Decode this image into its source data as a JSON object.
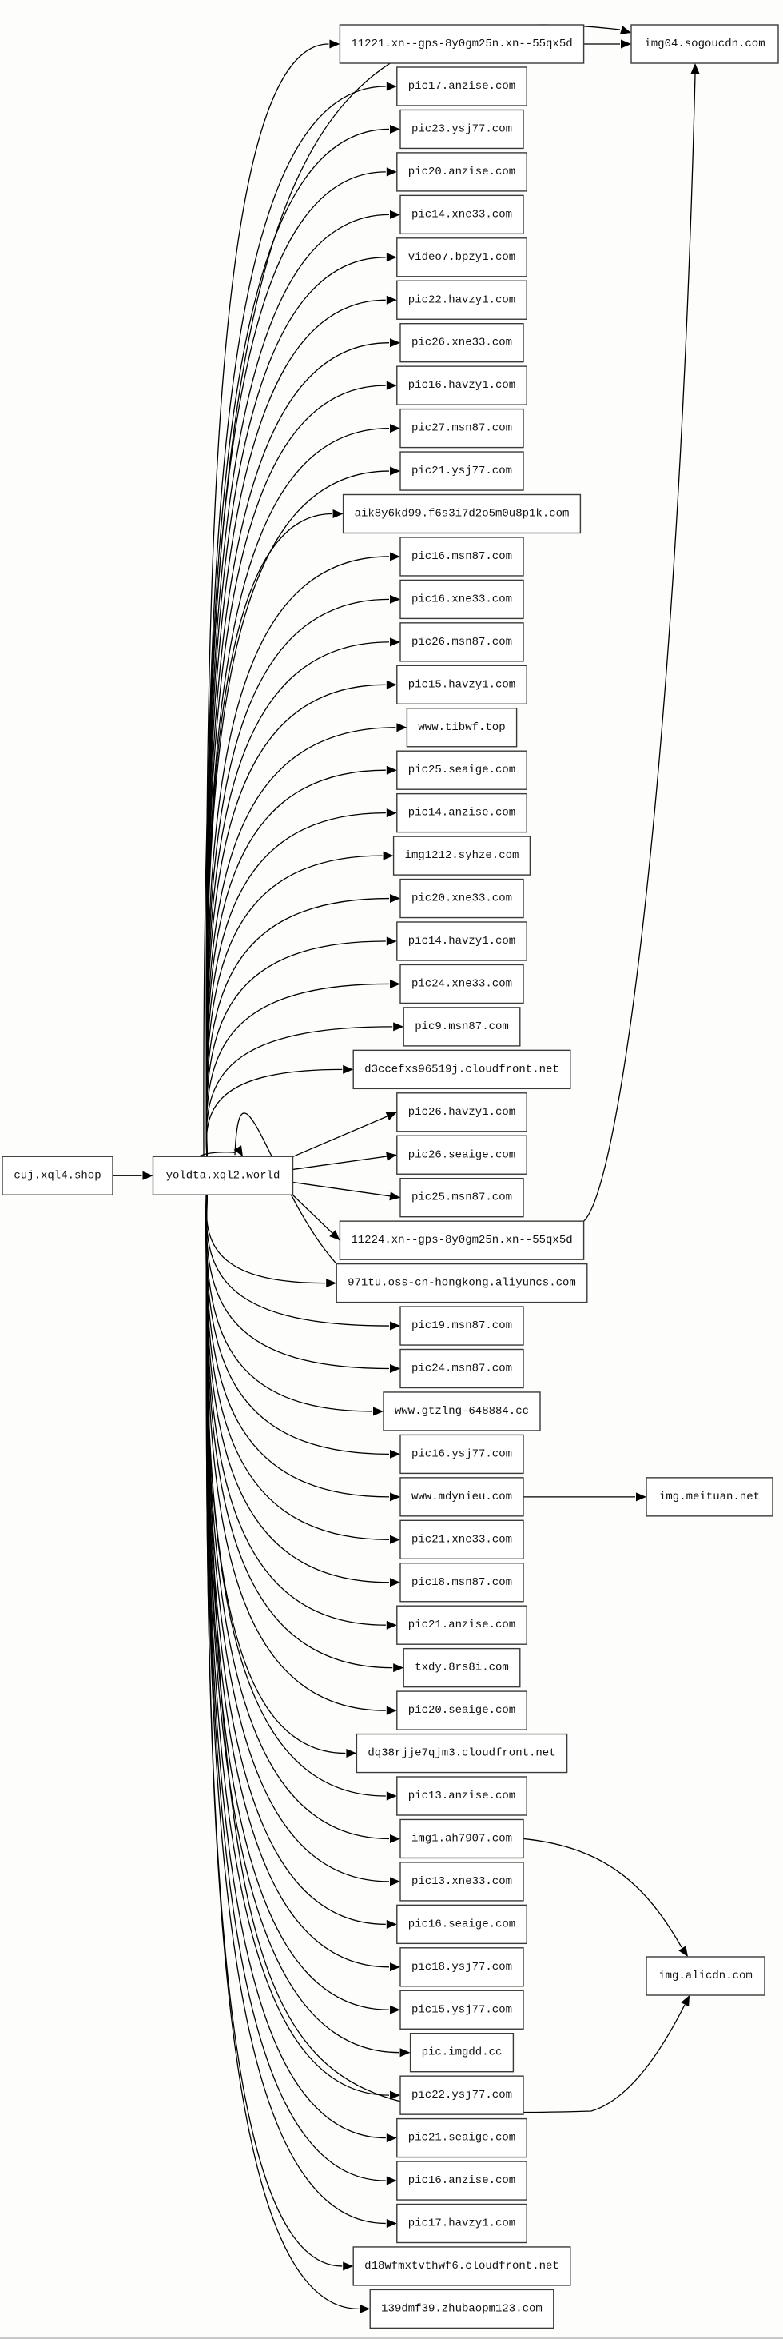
{
  "diagram": {
    "type": "directed-graph",
    "root": "cuj.xql4.shop",
    "hub": "yoldta.xql2.world",
    "nodes": [
      {
        "id": "cuj",
        "label": "cuj.xql4.shop",
        "column": 0
      },
      {
        "id": "yoldta",
        "label": "yoldta.xql2.world",
        "column": 1
      },
      {
        "id": "n11221",
        "label": "11221.xn--gps-8y0gm25n.xn--55qx5d",
        "column": 2
      },
      {
        "id": "pic17anzise",
        "label": "pic17.anzise.com",
        "column": 2
      },
      {
        "id": "pic23ysj77",
        "label": "pic23.ysj77.com",
        "column": 2
      },
      {
        "id": "pic20anzise",
        "label": "pic20.anzise.com",
        "column": 2
      },
      {
        "id": "pic14xne33",
        "label": "pic14.xne33.com",
        "column": 2
      },
      {
        "id": "video7bpzy1",
        "label": "video7.bpzy1.com",
        "column": 2
      },
      {
        "id": "pic22havzy1",
        "label": "pic22.havzy1.com",
        "column": 2
      },
      {
        "id": "pic26xne33",
        "label": "pic26.xne33.com",
        "column": 2
      },
      {
        "id": "pic16havzy1",
        "label": "pic16.havzy1.com",
        "column": 2
      },
      {
        "id": "pic27msn87",
        "label": "pic27.msn87.com",
        "column": 2
      },
      {
        "id": "pic21ysj77",
        "label": "pic21.ysj77.com",
        "column": 2
      },
      {
        "id": "aik8y6kd99",
        "label": "aik8y6kd99.f6s3i7d2o5m0u8p1k.com",
        "column": 2
      },
      {
        "id": "pic16msn87",
        "label": "pic16.msn87.com",
        "column": 2
      },
      {
        "id": "pic16xne33",
        "label": "pic16.xne33.com",
        "column": 2
      },
      {
        "id": "pic26msn87",
        "label": "pic26.msn87.com",
        "column": 2
      },
      {
        "id": "pic15havzy1",
        "label": "pic15.havzy1.com",
        "column": 2
      },
      {
        "id": "wwwtibwf",
        "label": "www.tibwf.top",
        "column": 2
      },
      {
        "id": "pic25seaige",
        "label": "pic25.seaige.com",
        "column": 2
      },
      {
        "id": "pic14anzise",
        "label": "pic14.anzise.com",
        "column": 2
      },
      {
        "id": "img1212syhze",
        "label": "img1212.syhze.com",
        "column": 2
      },
      {
        "id": "pic20xne33",
        "label": "pic20.xne33.com",
        "column": 2
      },
      {
        "id": "pic14havzy1",
        "label": "pic14.havzy1.com",
        "column": 2
      },
      {
        "id": "pic24xne33",
        "label": "pic24.xne33.com",
        "column": 2
      },
      {
        "id": "pic9msn87",
        "label": "pic9.msn87.com",
        "column": 2
      },
      {
        "id": "d3ccefxs",
        "label": "d3ccefxs96519j.cloudfront.net",
        "column": 2
      },
      {
        "id": "pic26havzy1",
        "label": "pic26.havzy1.com",
        "column": 2
      },
      {
        "id": "pic26seaige",
        "label": "pic26.seaige.com",
        "column": 2
      },
      {
        "id": "pic25msn87",
        "label": "pic25.msn87.com",
        "column": 2
      },
      {
        "id": "n11224",
        "label": "11224.xn--gps-8y0gm25n.xn--55qx5d",
        "column": 2
      },
      {
        "id": "n971tu",
        "label": "971tu.oss-cn-hongkong.aliyuncs.com",
        "column": 2
      },
      {
        "id": "pic19msn87",
        "label": "pic19.msn87.com",
        "column": 2
      },
      {
        "id": "pic24msn87",
        "label": "pic24.msn87.com",
        "column": 2
      },
      {
        "id": "wwwgtzlng",
        "label": "www.gtzlng-648884.cc",
        "column": 2
      },
      {
        "id": "pic16ysj77",
        "label": "pic16.ysj77.com",
        "column": 2
      },
      {
        "id": "wwwmdynieu",
        "label": "www.mdynieu.com",
        "column": 2
      },
      {
        "id": "pic21xne33",
        "label": "pic21.xne33.com",
        "column": 2
      },
      {
        "id": "pic18msn87",
        "label": "pic18.msn87.com",
        "column": 2
      },
      {
        "id": "pic21anzise",
        "label": "pic21.anzise.com",
        "column": 2
      },
      {
        "id": "txdy8rs8i",
        "label": "txdy.8rs8i.com",
        "column": 2
      },
      {
        "id": "pic20seaige",
        "label": "pic20.seaige.com",
        "column": 2
      },
      {
        "id": "dq38rjje",
        "label": "dq38rjje7qjm3.cloudfront.net",
        "column": 2
      },
      {
        "id": "pic13anzise",
        "label": "pic13.anzise.com",
        "column": 2
      },
      {
        "id": "img1ah7907",
        "label": "img1.ah7907.com",
        "column": 2
      },
      {
        "id": "pic13xne33",
        "label": "pic13.xne33.com",
        "column": 2
      },
      {
        "id": "pic16seaige",
        "label": "pic16.seaige.com",
        "column": 2
      },
      {
        "id": "pic18ysj77",
        "label": "pic18.ysj77.com",
        "column": 2
      },
      {
        "id": "pic15ysj77",
        "label": "pic15.ysj77.com",
        "column": 2
      },
      {
        "id": "picimgdd",
        "label": "pic.imgdd.cc",
        "column": 2
      },
      {
        "id": "pic22ysj77",
        "label": "pic22.ysj77.com",
        "column": 2
      },
      {
        "id": "pic21seaige",
        "label": "pic21.seaige.com",
        "column": 2
      },
      {
        "id": "pic16anzise",
        "label": "pic16.anzise.com",
        "column": 2
      },
      {
        "id": "pic17havzy1",
        "label": "pic17.havzy1.com",
        "column": 2
      },
      {
        "id": "d18wfmxt",
        "label": "d18wfmxtvthwf6.cloudfront.net",
        "column": 2
      },
      {
        "id": "n139dmf39",
        "label": "139dmf39.zhubaopm123.com",
        "column": 2
      },
      {
        "id": "img04sogou",
        "label": "img04.sogoucdn.com",
        "column": 3
      },
      {
        "id": "imgmeituan",
        "label": "img.meituan.net",
        "column": 3
      },
      {
        "id": "imgalicdn",
        "label": "img.alicdn.com",
        "column": 3
      }
    ],
    "edges": [
      [
        "cuj",
        "yoldta"
      ],
      [
        "yoldta",
        "n11221"
      ],
      [
        "yoldta",
        "pic17anzise"
      ],
      [
        "yoldta",
        "pic23ysj77"
      ],
      [
        "yoldta",
        "pic20anzise"
      ],
      [
        "yoldta",
        "pic14xne33"
      ],
      [
        "yoldta",
        "video7bpzy1"
      ],
      [
        "yoldta",
        "pic22havzy1"
      ],
      [
        "yoldta",
        "pic26xne33"
      ],
      [
        "yoldta",
        "pic16havzy1"
      ],
      [
        "yoldta",
        "pic27msn87"
      ],
      [
        "yoldta",
        "pic21ysj77"
      ],
      [
        "yoldta",
        "aik8y6kd99"
      ],
      [
        "yoldta",
        "pic16msn87"
      ],
      [
        "yoldta",
        "pic16xne33"
      ],
      [
        "yoldta",
        "pic26msn87"
      ],
      [
        "yoldta",
        "pic15havzy1"
      ],
      [
        "yoldta",
        "wwwtibwf"
      ],
      [
        "yoldta",
        "pic25seaige"
      ],
      [
        "yoldta",
        "pic14anzise"
      ],
      [
        "yoldta",
        "img1212syhze"
      ],
      [
        "yoldta",
        "pic20xne33"
      ],
      [
        "yoldta",
        "pic14havzy1"
      ],
      [
        "yoldta",
        "pic24xne33"
      ],
      [
        "yoldta",
        "pic9msn87"
      ],
      [
        "yoldta",
        "d3ccefxs"
      ],
      [
        "yoldta",
        "pic26havzy1"
      ],
      [
        "yoldta",
        "pic26seaige"
      ],
      [
        "yoldta",
        "pic25msn87"
      ],
      [
        "yoldta",
        "n11224"
      ],
      [
        "yoldta",
        "n971tu"
      ],
      [
        "yoldta",
        "pic19msn87"
      ],
      [
        "yoldta",
        "pic24msn87"
      ],
      [
        "yoldta",
        "wwwgtzlng"
      ],
      [
        "yoldta",
        "pic16ysj77"
      ],
      [
        "yoldta",
        "wwwmdynieu"
      ],
      [
        "yoldta",
        "pic21xne33"
      ],
      [
        "yoldta",
        "pic18msn87"
      ],
      [
        "yoldta",
        "pic21anzise"
      ],
      [
        "yoldta",
        "txdy8rs8i"
      ],
      [
        "yoldta",
        "pic20seaige"
      ],
      [
        "yoldta",
        "dq38rjje"
      ],
      [
        "yoldta",
        "pic13anzise"
      ],
      [
        "yoldta",
        "img1ah7907"
      ],
      [
        "yoldta",
        "pic13xne33"
      ],
      [
        "yoldta",
        "pic16seaige"
      ],
      [
        "yoldta",
        "pic18ysj77"
      ],
      [
        "yoldta",
        "pic15ysj77"
      ],
      [
        "yoldta",
        "picimgdd"
      ],
      [
        "yoldta",
        "pic22ysj77"
      ],
      [
        "yoldta",
        "pic21seaige"
      ],
      [
        "yoldta",
        "pic16anzise"
      ],
      [
        "yoldta",
        "pic17havzy1"
      ],
      [
        "yoldta",
        "d18wfmxt"
      ],
      [
        "yoldta",
        "n139dmf39"
      ],
      [
        "yoldta",
        "img04sogou"
      ],
      [
        "yoldta",
        "imgalicdn"
      ],
      [
        "n11221",
        "img04sogou"
      ],
      [
        "n11224",
        "img04sogou"
      ],
      [
        "wwwmdynieu",
        "imgmeituan"
      ],
      [
        "img1ah7907",
        "imgalicdn"
      ],
      [
        "n971tu",
        "yoldta"
      ]
    ]
  }
}
